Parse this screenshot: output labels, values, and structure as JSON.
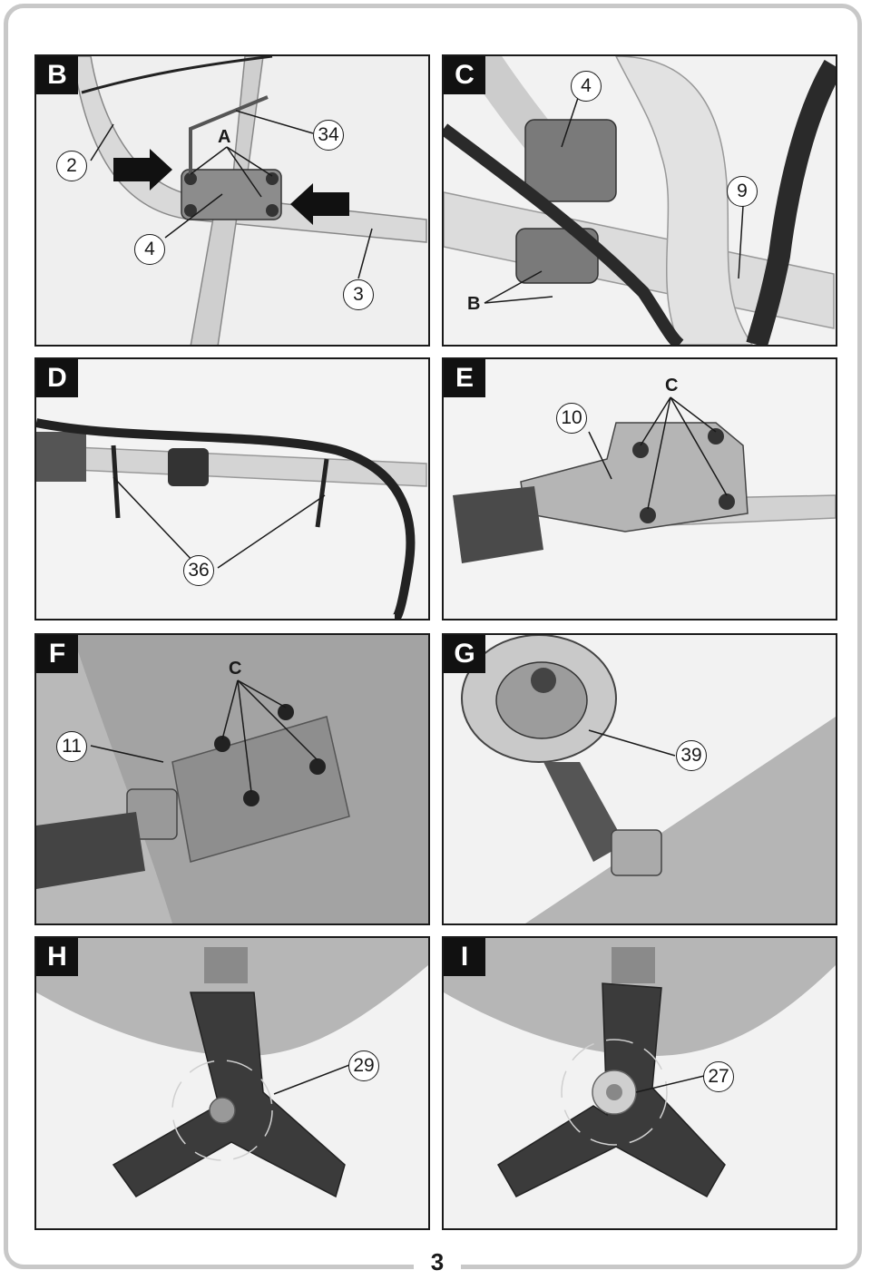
{
  "page": {
    "number": "3"
  },
  "panels": [
    {
      "letter": "B",
      "callouts": [
        "2",
        "34",
        "4",
        "3"
      ],
      "labels": [
        "A"
      ]
    },
    {
      "letter": "C",
      "callouts": [
        "4",
        "9"
      ],
      "labels": [
        "B"
      ]
    },
    {
      "letter": "D",
      "callouts": [
        "36"
      ],
      "labels": []
    },
    {
      "letter": "E",
      "callouts": [
        "10"
      ],
      "labels": [
        "C"
      ]
    },
    {
      "letter": "F",
      "callouts": [
        "11"
      ],
      "labels": [
        "C"
      ]
    },
    {
      "letter": "G",
      "callouts": [
        "39"
      ],
      "labels": []
    },
    {
      "letter": "H",
      "callouts": [
        "29"
      ],
      "labels": []
    },
    {
      "letter": "I",
      "callouts": [
        "27"
      ],
      "labels": []
    }
  ],
  "colors": {
    "frame": "#c8c8c8",
    "ink": "#1a1a1a",
    "photo_bg": "#e8e8e8"
  }
}
